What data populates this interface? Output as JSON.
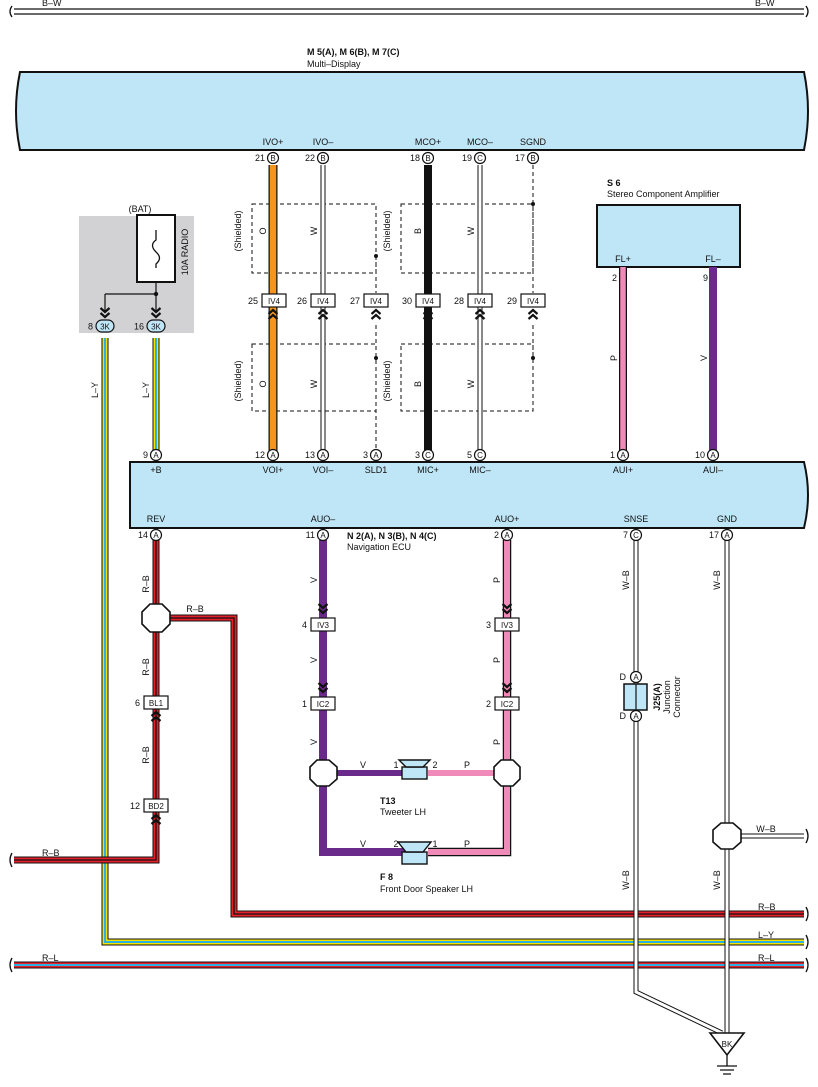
{
  "bus_lines": {
    "bw_left": "B–W",
    "bw_right": "B–W",
    "rb_left": "R–B",
    "rb_right": "R–B",
    "ly_right": "L–Y",
    "rl_left": "R–L",
    "rl_right": "R–L"
  },
  "multi_display": {
    "code": "M 5(A), M 6(B), M 7(C)",
    "name": "Multi–Display"
  },
  "md_pins": [
    {
      "name": "IVO+",
      "num": "21",
      "conn": "B"
    },
    {
      "name": "IVO–",
      "num": "22",
      "conn": "B"
    },
    {
      "name": "MCO+",
      "num": "18",
      "conn": "B"
    },
    {
      "name": "MCO–",
      "num": "19",
      "conn": "C"
    },
    {
      "name": "SGND",
      "num": "17",
      "conn": "B"
    }
  ],
  "amplifier": {
    "code": "S 6",
    "name": "Stereo Component Amplifier",
    "pin_fl_plus": "FL+",
    "pin_fl_minus": "FL–",
    "num_fl_plus": "2",
    "num_fl_minus": "9"
  },
  "fuse": {
    "bat": "(BAT)",
    "name": "10A RADIO",
    "pin1_num": "8",
    "pin2_num": "16",
    "conn": "3K"
  },
  "iv4": [
    {
      "num": "25",
      "label": "IV4"
    },
    {
      "num": "26",
      "label": "IV4"
    },
    {
      "num": "27",
      "label": "IV4"
    },
    {
      "num": "30",
      "label": "IV4"
    },
    {
      "num": "28",
      "label": "IV4"
    },
    {
      "num": "29",
      "label": "IV4"
    }
  ],
  "shielded": "(Shielded)",
  "wire_codes": {
    "o": "O",
    "w": "W",
    "b": "B",
    "p": "P",
    "v": "V",
    "ly": "L–Y",
    "rb": "R–B",
    "wb": "W–B"
  },
  "ecu": {
    "code": "N 2(A), N 3(B), N 4(C)",
    "name": "Navigation ECU"
  },
  "ecu_top_pins": [
    {
      "name": "+B",
      "num": "9",
      "conn": "A"
    },
    {
      "name": "VOI+",
      "num": "12",
      "conn": "A"
    },
    {
      "name": "VOI–",
      "num": "13",
      "conn": "A"
    },
    {
      "name": "SLD1",
      "num": "3",
      "conn": "A"
    },
    {
      "name": "MIC+",
      "num": "3",
      "conn": "C"
    },
    {
      "name": "MIC–",
      "num": "5",
      "conn": "C"
    },
    {
      "name": "AUI+",
      "num": "1",
      "conn": "A"
    },
    {
      "name": "AUI–",
      "num": "10",
      "conn": "A"
    }
  ],
  "ecu_bottom_pins": [
    {
      "name": "REV",
      "num": "14",
      "conn": "A"
    },
    {
      "name": "AUO–",
      "num": "11",
      "conn": "A"
    },
    {
      "name": "AUO+",
      "num": "2",
      "conn": "A"
    },
    {
      "name": "SNSE",
      "num": "7",
      "conn": "C"
    },
    {
      "name": "GND",
      "num": "17",
      "conn": "A"
    }
  ],
  "connectors": {
    "iv3_left": {
      "num": "4",
      "label": "IV3"
    },
    "iv3_right": {
      "num": "3",
      "label": "IV3"
    },
    "ic2_left": {
      "num": "1",
      "label": "IC2"
    },
    "ic2_right": {
      "num": "2",
      "label": "IC2"
    },
    "bl1": {
      "num": "6",
      "label": "BL1"
    },
    "bd2": {
      "num": "12",
      "label": "BD2"
    }
  },
  "junction": {
    "code": "J25(A)",
    "name1": "Junction",
    "name2": "Connector",
    "pin": "D",
    "conn": "A"
  },
  "tweeter": {
    "code": "T13",
    "name": "Tweeter LH",
    "pin1": "1",
    "pin2": "2"
  },
  "front_speaker": {
    "code": "F 8",
    "name": "Front Door Speaker LH",
    "pin1": "2",
    "pin2": "1"
  },
  "ground": "BK",
  "colors": {
    "orange": "#f7941d",
    "pink": "#f08ab8",
    "purple": "#6a2a8c",
    "red": "#e4202a",
    "cyan": "#2ab0e4",
    "yellow": "#f2e300",
    "component_fill": "#bfe6f7",
    "gray_box": "#d2d2d4"
  }
}
